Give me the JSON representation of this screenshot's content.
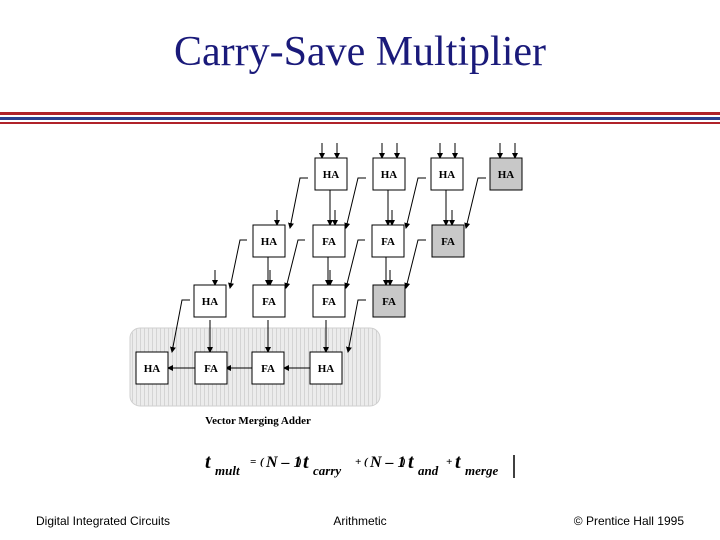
{
  "slide": {
    "title": "Carry-Save Multiplier",
    "footer_left": "Digital Integrated Circuits",
    "footer_center": "Arithmetic",
    "footer_right": "© Prentice Hall 1995"
  },
  "colors": {
    "title": "#1a1a7a",
    "rule_red": "#b0232a",
    "rule_blue": "#2b3f8f",
    "cell_white": "#ffffff",
    "cell_gray": "#c8c8c8",
    "merge_region": "#e6e6e6"
  },
  "diagram": {
    "rows": [
      [
        "HA",
        "HA",
        "HA",
        "HA"
      ],
      [
        "HA",
        "FA",
        "FA",
        "FA"
      ],
      [
        "HA",
        "FA",
        "FA",
        "FA"
      ]
    ],
    "gray_cells": [
      "row1-3",
      "row2-3"
    ],
    "merge_row": [
      "HA",
      "FA",
      "FA",
      "HA"
    ],
    "merge_label": "Vector Merging Adder"
  },
  "formula": {
    "t": "t",
    "mult": "mult",
    "eq": "=",
    "open": "(",
    "n_minus_1": "N – 1",
    "close": ")",
    "carry": "carry",
    "plus": "+",
    "and": "and",
    "merge": "merge"
  }
}
